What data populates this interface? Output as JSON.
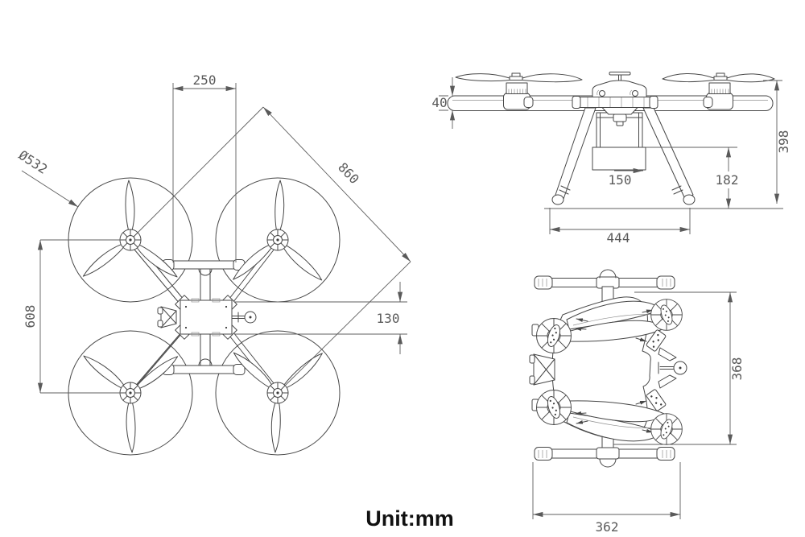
{
  "unit_label": "Unit:mm",
  "views": {
    "top": {
      "dims": {
        "skid_rail_length": "250",
        "diagonal_motor_distance": "860",
        "propeller_diameter": "Ø532",
        "vertical_motor_distance": "608",
        "body_width": "130"
      }
    },
    "front": {
      "dims": {
        "arm_tube_diameter": "40",
        "total_height": "398",
        "payload_box_width": "150",
        "ground_clearance": "182",
        "landing_gear_span": "444"
      }
    },
    "folded": {
      "dims": {
        "folded_height": "368",
        "folded_width": "362"
      }
    }
  },
  "colors": {
    "line": "#474747",
    "dimension": "#5f5f5f",
    "label_text": "#5a5a5a",
    "title_text": "#111111",
    "background": "#ffffff"
  }
}
